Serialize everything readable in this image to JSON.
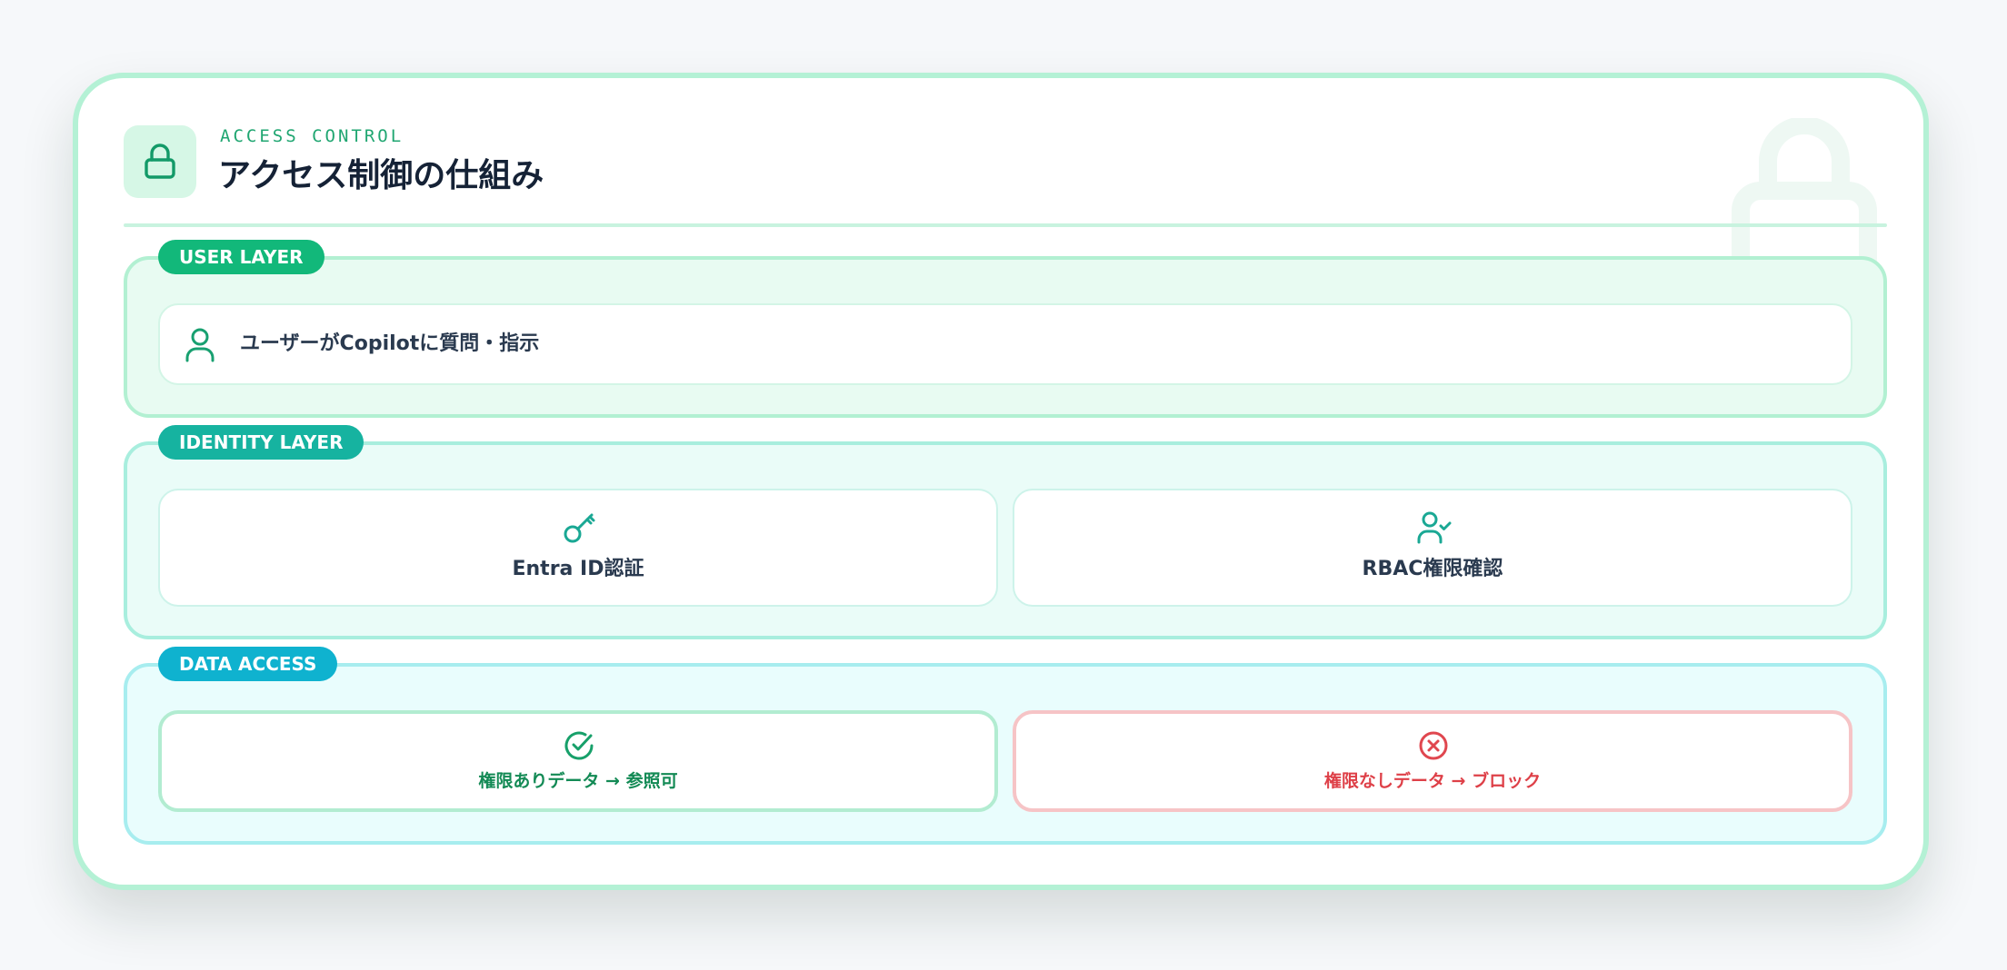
{
  "header": {
    "eyebrow": "ACCESS CONTROL",
    "title": "アクセス制御の仕組み",
    "icon": "lock-icon"
  },
  "watermark": {
    "icon": "lock-icon"
  },
  "layers": {
    "user": {
      "label": "USER LAYER",
      "item": {
        "icon": "user-icon",
        "text": "ユーザーがCopilotに質問・指示"
      }
    },
    "identity": {
      "label": "IDENTITY LAYER",
      "items": [
        {
          "icon": "key-icon",
          "text": "Entra ID認証"
        },
        {
          "icon": "user-check-icon",
          "text": "RBAC権限確認"
        }
      ]
    },
    "data": {
      "label": "DATA ACCESS",
      "items": [
        {
          "icon": "check-circle-icon",
          "text": "権限ありデータ → 参照可"
        },
        {
          "icon": "x-circle-icon",
          "text": "権限なしデータ → ブロック"
        }
      ]
    }
  },
  "colors": {
    "accent_green": "#12b87a",
    "accent_teal": "#16b3a0",
    "accent_cyan": "#0fb2cf",
    "allow": "#138a55",
    "deny": "#de4048",
    "title": "#152236"
  }
}
